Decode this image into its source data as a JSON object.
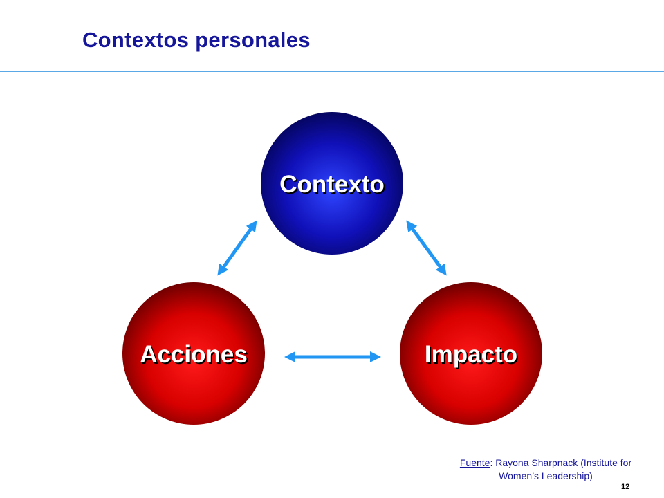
{
  "slide": {
    "title": "Contextos personales",
    "page_number": "12"
  },
  "diagram": {
    "nodes": {
      "top": "Contexto",
      "left": "Acciones",
      "right": "Impacto"
    },
    "colors": {
      "top_node": "#0a0a9c",
      "bottom_nodes": "#d40000",
      "arrows": "#2196f3",
      "title": "#16169a"
    }
  },
  "source": {
    "label": "Fuente",
    "text": ": Rayona Sharpnack (Institute for Women’s Leadership)"
  }
}
